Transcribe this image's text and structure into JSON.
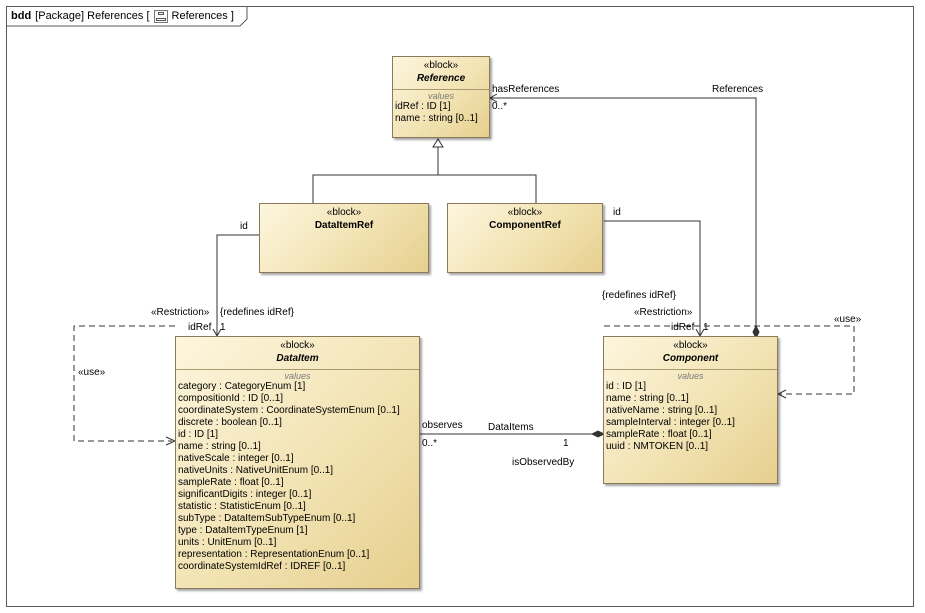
{
  "frame": {
    "kind": "bdd",
    "label_prefix": "[Package] References [",
    "label_name": "References",
    "label_suffix": "]"
  },
  "blocks": {
    "reference": {
      "stereotype": "«block»",
      "name": "Reference",
      "compartment": "values",
      "props": [
        "idRef : ID [1]",
        "name : string [0..1]"
      ]
    },
    "dataitemref": {
      "stereotype": "«block»",
      "name": "DataItemRef"
    },
    "componentref": {
      "stereotype": "«block»",
      "name": "ComponentRef"
    },
    "dataitem": {
      "stereotype": "«block»",
      "name": "DataItem",
      "compartment": "values",
      "props": [
        "category : CategoryEnum [1]",
        "compositionId : ID [0..1]",
        "coordinateSystem : CoordinateSystemEnum [0..1]",
        "discrete : boolean [0..1]",
        "id : ID [1]",
        "name : string [0..1]",
        "nativeScale : integer [0..1]",
        "nativeUnits : NativeUnitEnum [0..1]",
        "sampleRate : float [0..1]",
        "significantDigits : integer [0..1]",
        "statistic : StatisticEnum [0..1]",
        "subType : DataItemSubTypeEnum [0..1]",
        "type : DataItemTypeEnum [1]",
        "units : UnitEnum [0..1]",
        "representation : RepresentationEnum [0..1]",
        "coordinateSystemIdRef : IDREF [0..1]"
      ]
    },
    "component": {
      "stereotype": "«block»",
      "name": "Component",
      "compartment": "values",
      "props": [
        "id : ID [1]",
        "name : string [0..1]",
        "nativeName : string [0..1]",
        "sampleInterval : integer [0..1]",
        "sampleRate : float [0..1]",
        "uuid : NMTOKEN [0..1]"
      ]
    }
  },
  "labels": {
    "has_references": "hasReferences",
    "mult_0_star_top": "0..*",
    "references": "References",
    "id_left": "id",
    "id_right": "id",
    "restriction_left": "«Restriction»",
    "redefines_left": "{redefines idRef}",
    "idref_left": "idRef",
    "one_left": "1",
    "redefines_right": "{redefines idRef}",
    "restriction_right": "«Restriction»",
    "idref_right": "idRef",
    "one_right": "1",
    "use_left": "«use»",
    "use_right": "«use»",
    "observes": "observes",
    "mult_0_star_mid": "0..*",
    "dataitems": "DataItems",
    "one_mid": "1",
    "is_observed_by": "isObservedBy"
  }
}
